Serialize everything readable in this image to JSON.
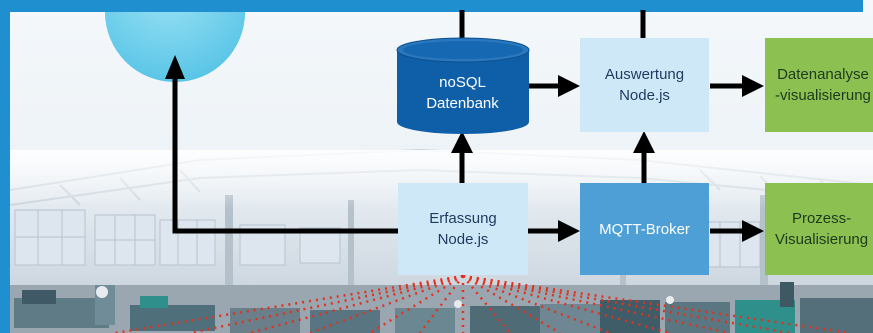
{
  "nodes": {
    "db": {
      "line1": "noSQL",
      "line2": "Datenbank"
    },
    "auswertung": {
      "text": "Auswertung\nNode.js"
    },
    "datenanalyse": {
      "text": "Datenanalyse\n-visualisierung"
    },
    "erfassung": {
      "text": "Erfassung\nNode.js"
    },
    "mqtt": {
      "text": "MQTT-Broker"
    },
    "prozess": {
      "text": "Prozess-\nVisualisierung"
    }
  },
  "colors": {
    "accent_blue": "#1f8fd0",
    "light_box": "#cfe8f7",
    "dark_box": "#4d9fd6",
    "database": "#0f5ea8",
    "green_box": "#8cc152",
    "arrow": "#000000",
    "signal_lines": "#e0321e"
  }
}
